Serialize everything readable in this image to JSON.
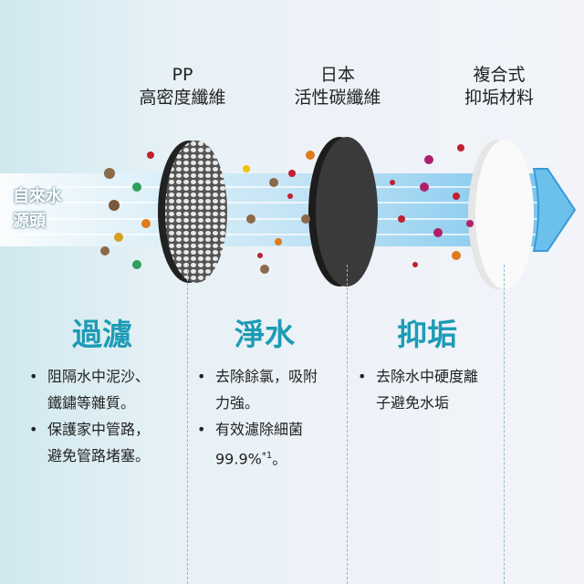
{
  "source_label": [
    "自來水",
    "源頭"
  ],
  "filters": [
    {
      "name_line1": "PP",
      "name_line2": "高密度纖維"
    },
    {
      "name_line1": "日本",
      "name_line2": "活性碳纖維"
    },
    {
      "name_line1": "複合式",
      "name_line2": "抑垢材料"
    }
  ],
  "columns": [
    {
      "heading": "過濾",
      "bullets": [
        {
          "line1": "阻隔水中泥沙、",
          "line2": "鐵鏽等雜質。"
        },
        {
          "line1": "保護家中管路，",
          "line2": "避免管路堵塞。"
        }
      ]
    },
    {
      "heading": "淨水",
      "bullets": [
        {
          "line1": "去除餘氯，吸附",
          "line2": "力強。"
        },
        {
          "line1": "有效濾除細菌",
          "line2": "99.9%",
          "sup": "*1",
          "tail": "。"
        }
      ]
    },
    {
      "heading": "抑垢",
      "bullets": [
        {
          "line1": "去除水中硬度離",
          "line2": "子避免水垢"
        }
      ]
    }
  ],
  "colors": {
    "accent": "#1d9bb5",
    "carbon": "#2b2b2b",
    "water": "#a9d8f0"
  }
}
